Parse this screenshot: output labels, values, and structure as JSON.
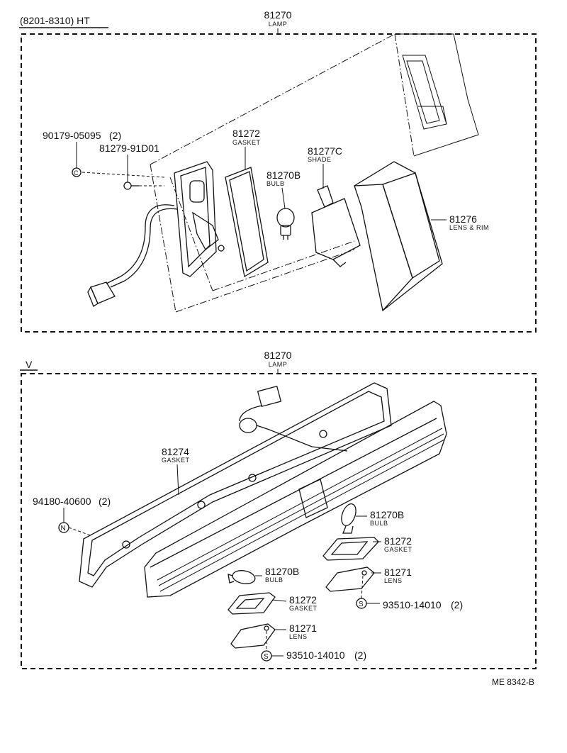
{
  "sections": [
    {
      "header": "(8201-8310) HT",
      "assembly": {
        "part_no": "81270",
        "name": "LAMP"
      },
      "callouts": [
        {
          "part_no": "90179-05095",
          "qty": "(2)"
        },
        {
          "part_no": "81279-91D01"
        },
        {
          "part_no": "81272",
          "name": "GASKET"
        },
        {
          "part_no": "81270B",
          "name": "BULB"
        },
        {
          "part_no": "81277C",
          "name": "SHADE"
        },
        {
          "part_no": "81276",
          "name": "LENS & RIM"
        }
      ],
      "symbols": [
        "C"
      ]
    },
    {
      "header": "V",
      "assembly": {
        "part_no": "81270",
        "name": "LAMP"
      },
      "callouts": [
        {
          "part_no": "81274",
          "name": "GASKET"
        },
        {
          "part_no": "94180-40600",
          "qty": "(2)"
        },
        {
          "part_no": "81270B",
          "name": "BULB"
        },
        {
          "part_no": "81272",
          "name": "GASKET"
        },
        {
          "part_no": "81271",
          "name": "LENS"
        },
        {
          "part_no": "93510-14010",
          "qty": "(2)"
        },
        {
          "part_no": "81270B",
          "name": "BULB"
        },
        {
          "part_no": "81272",
          "name": "GASKET"
        },
        {
          "part_no": "81271",
          "name": "LENS"
        },
        {
          "part_no": "93510-14010",
          "qty": "(2)"
        }
      ],
      "symbols": [
        "N",
        "S",
        "S"
      ]
    }
  ],
  "footer": {
    "code": "ME 8342-B"
  }
}
